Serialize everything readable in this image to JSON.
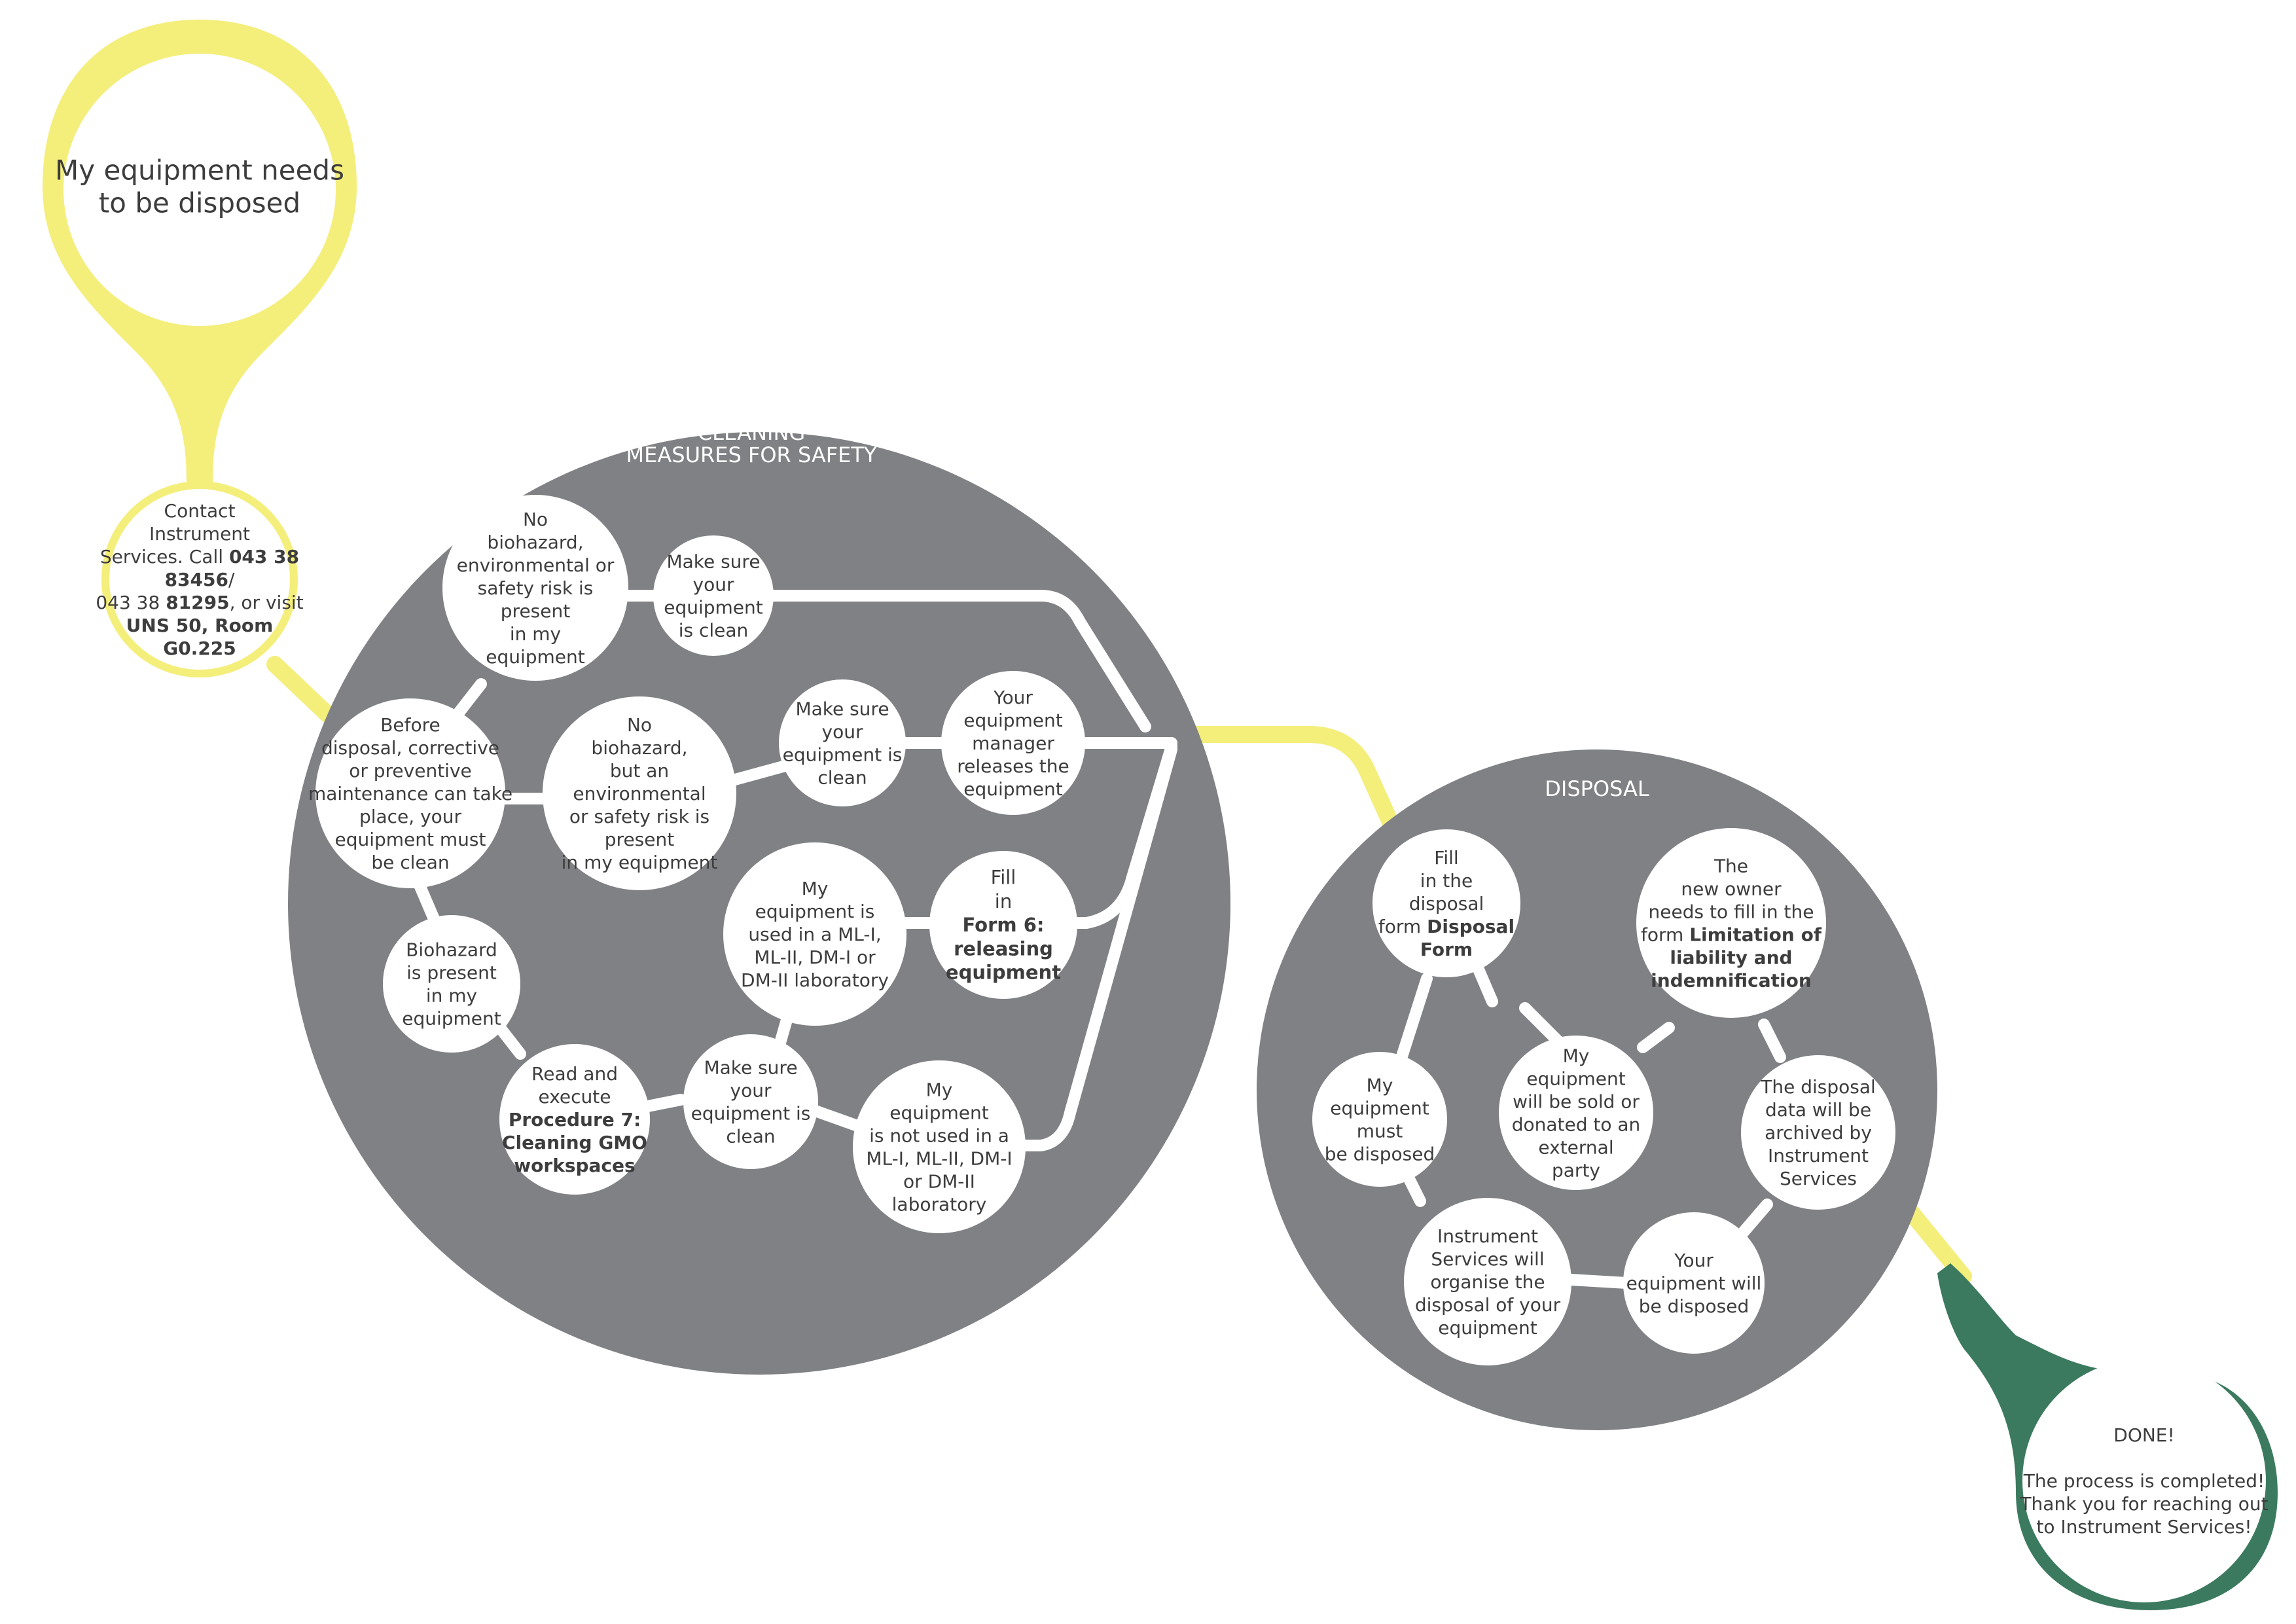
{
  "colors": {
    "yellow": "#f4ee7b",
    "gray": "#808184",
    "green": "#3b7a5f",
    "white": "#ffffff",
    "text": "#3d3d3d"
  },
  "start": {
    "lines": [
      [
        [
          "My equipment needs",
          false
        ]
      ],
      [
        [
          "to be disposed",
          false
        ]
      ]
    ]
  },
  "contact": {
    "lines": [
      [
        [
          "Contact",
          false
        ]
      ],
      [
        [
          "Instrument",
          false
        ]
      ],
      [
        [
          "Services. Call ",
          false
        ],
        [
          "043 38",
          true
        ]
      ],
      [
        [
          "83456",
          true
        ],
        [
          "/",
          false
        ]
      ],
      [
        [
          "043 38 ",
          false
        ],
        [
          "81295",
          true
        ],
        [
          ", or visit",
          false
        ]
      ],
      [
        [
          "UNS 50, Room",
          true
        ]
      ],
      [
        [
          "G0.225",
          true
        ]
      ]
    ]
  },
  "cleaning": {
    "title": [
      "CLEANING",
      "MEASURES FOR SAFETY"
    ],
    "nodes": [
      {
        "name": "node-no-biohazard-no-risk",
        "lines": [
          [
            [
              "No",
              false
            ]
          ],
          [
            [
              "biohazard,",
              false
            ]
          ],
          [
            [
              "environmental or",
              false
            ]
          ],
          [
            [
              "safety risk is",
              false
            ]
          ],
          [
            [
              "present",
              false
            ]
          ],
          [
            [
              "in my",
              false
            ]
          ],
          [
            [
              "equipment",
              false
            ]
          ]
        ]
      },
      {
        "name": "node-make-sure-clean-1",
        "lines": [
          [
            [
              "Make sure",
              false
            ]
          ],
          [
            [
              "your",
              false
            ]
          ],
          [
            [
              "equipment",
              false
            ]
          ],
          [
            [
              "is clean",
              false
            ]
          ]
        ]
      },
      {
        "name": "node-before-disposal",
        "lines": [
          [
            [
              "Before",
              false
            ]
          ],
          [
            [
              "disposal, corrective",
              false
            ]
          ],
          [
            [
              "or preventive",
              false
            ]
          ],
          [
            [
              "maintenance can take",
              false
            ]
          ],
          [
            [
              "place, your",
              false
            ]
          ],
          [
            [
              "equipment must",
              false
            ]
          ],
          [
            [
              "be clean",
              false
            ]
          ]
        ]
      },
      {
        "name": "node-no-biohazard-env-risk",
        "lines": [
          [
            [
              "No",
              false
            ]
          ],
          [
            [
              "biohazard,",
              false
            ]
          ],
          [
            [
              "but an",
              false
            ]
          ],
          [
            [
              "environmental",
              false
            ]
          ],
          [
            [
              "or safety risk is",
              false
            ]
          ],
          [
            [
              "present",
              false
            ]
          ],
          [
            [
              "in my equipment",
              false
            ]
          ]
        ]
      },
      {
        "name": "node-make-sure-clean-2",
        "lines": [
          [
            [
              "Make sure",
              false
            ]
          ],
          [
            [
              "your",
              false
            ]
          ],
          [
            [
              "equipment is",
              false
            ]
          ],
          [
            [
              "clean",
              false
            ]
          ]
        ]
      },
      {
        "name": "node-manager-releases",
        "lines": [
          [
            [
              "Your",
              false
            ]
          ],
          [
            [
              "equipment",
              false
            ]
          ],
          [
            [
              "manager",
              false
            ]
          ],
          [
            [
              "releases the",
              false
            ]
          ],
          [
            [
              "equipment",
              false
            ]
          ]
        ]
      },
      {
        "name": "node-used-in-lab",
        "lines": [
          [
            [
              "My",
              false
            ]
          ],
          [
            [
              "equipment is",
              false
            ]
          ],
          [
            [
              "used in a ML-I,",
              false
            ]
          ],
          [
            [
              "ML-II, DM-I or",
              false
            ]
          ],
          [
            [
              "DM-II laboratory",
              false
            ]
          ]
        ]
      },
      {
        "name": "node-fill-form-6",
        "lines": [
          [
            [
              "Fill",
              false
            ]
          ],
          [
            [
              "in",
              false
            ]
          ],
          [
            [
              "Form 6:",
              true
            ]
          ],
          [
            [
              "releasing",
              true
            ]
          ],
          [
            [
              "equipment",
              true
            ]
          ]
        ]
      },
      {
        "name": "node-biohazard-present",
        "lines": [
          [
            [
              "Biohazard",
              false
            ]
          ],
          [
            [
              "is present",
              false
            ]
          ],
          [
            [
              "in my",
              false
            ]
          ],
          [
            [
              "equipment",
              false
            ]
          ]
        ]
      },
      {
        "name": "node-read-procedure-7",
        "lines": [
          [
            [
              "Read and",
              false
            ]
          ],
          [
            [
              "execute",
              false
            ]
          ],
          [
            [
              "Procedure 7:",
              true
            ]
          ],
          [
            [
              "Cleaning GMO",
              true
            ]
          ],
          [
            [
              "workspaces",
              true
            ]
          ]
        ]
      },
      {
        "name": "node-make-sure-clean-3",
        "lines": [
          [
            [
              "Make sure",
              false
            ]
          ],
          [
            [
              "your",
              false
            ]
          ],
          [
            [
              "equipment is",
              false
            ]
          ],
          [
            [
              "clean",
              false
            ]
          ]
        ]
      },
      {
        "name": "node-not-used-in-lab",
        "lines": [
          [
            [
              "My",
              false
            ]
          ],
          [
            [
              "equipment",
              false
            ]
          ],
          [
            [
              "is not used in a",
              false
            ]
          ],
          [
            [
              "ML-I, ML-II, DM-I",
              false
            ]
          ],
          [
            [
              "or DM-II",
              false
            ]
          ],
          [
            [
              "laboratory",
              false
            ]
          ]
        ]
      }
    ]
  },
  "disposal": {
    "title": [
      "DISPOSAL"
    ],
    "nodes": [
      {
        "name": "node-fill-disposal-form",
        "lines": [
          [
            [
              "Fill",
              false
            ]
          ],
          [
            [
              "in the",
              false
            ]
          ],
          [
            [
              "disposal",
              false
            ]
          ],
          [
            [
              "form ",
              false
            ],
            [
              "Disposal",
              true
            ]
          ],
          [
            [
              "Form",
              true
            ]
          ]
        ]
      },
      {
        "name": "node-new-owner",
        "lines": [
          [
            [
              "The",
              false
            ]
          ],
          [
            [
              "new owner",
              false
            ]
          ],
          [
            [
              "needs to fill in the",
              false
            ]
          ],
          [
            [
              "form ",
              false
            ],
            [
              "Limitation of",
              true
            ]
          ],
          [
            [
              "liability and",
              true
            ]
          ],
          [
            [
              "indemnification",
              true
            ]
          ]
        ]
      },
      {
        "name": "node-sold-or-donated",
        "lines": [
          [
            [
              "My",
              false
            ]
          ],
          [
            [
              "equipment",
              false
            ]
          ],
          [
            [
              "will be sold or",
              false
            ]
          ],
          [
            [
              "donated to an",
              false
            ]
          ],
          [
            [
              "external",
              false
            ]
          ],
          [
            [
              "party",
              false
            ]
          ]
        ]
      },
      {
        "name": "node-must-be-disposed",
        "lines": [
          [
            [
              "My",
              false
            ]
          ],
          [
            [
              "equipment",
              false
            ]
          ],
          [
            [
              "must",
              false
            ]
          ],
          [
            [
              "be disposed",
              false
            ]
          ]
        ]
      },
      {
        "name": "node-archived",
        "lines": [
          [
            [
              "The disposal",
              false
            ]
          ],
          [
            [
              "data will be",
              false
            ]
          ],
          [
            [
              "archived by",
              false
            ]
          ],
          [
            [
              "Instrument",
              false
            ]
          ],
          [
            [
              "Services",
              false
            ]
          ]
        ]
      },
      {
        "name": "node-organise-disposal",
        "lines": [
          [
            [
              "Instrument",
              false
            ]
          ],
          [
            [
              "Services will",
              false
            ]
          ],
          [
            [
              "organise the",
              false
            ]
          ],
          [
            [
              "disposal of your",
              false
            ]
          ],
          [
            [
              "equipment",
              false
            ]
          ]
        ]
      },
      {
        "name": "node-will-be-disposed",
        "lines": [
          [
            [
              "Your",
              false
            ]
          ],
          [
            [
              "equipment will",
              false
            ]
          ],
          [
            [
              "be disposed",
              false
            ]
          ]
        ]
      }
    ]
  },
  "done": {
    "lines": [
      [
        [
          "DONE!",
          false
        ]
      ],
      [
        [
          "",
          false
        ]
      ],
      [
        [
          "The process is completed!",
          false
        ]
      ],
      [
        [
          "Thank you for reaching out",
          false
        ]
      ],
      [
        [
          "to Instrument Services!",
          false
        ]
      ]
    ]
  }
}
